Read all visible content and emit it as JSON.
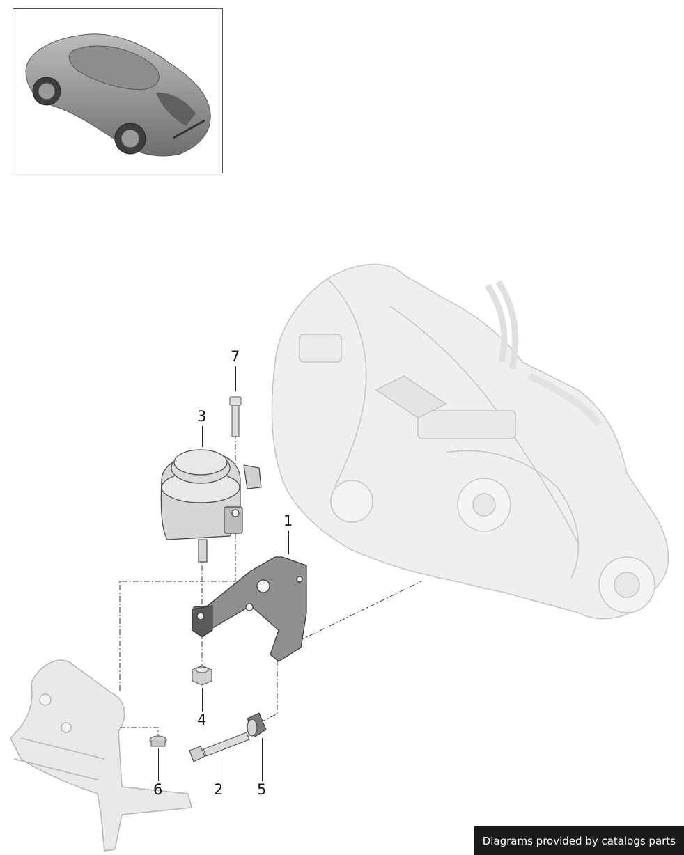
{
  "callouts": [
    {
      "id": "1",
      "label": "1"
    },
    {
      "id": "2",
      "label": "2"
    },
    {
      "id": "3",
      "label": "3"
    },
    {
      "id": "4",
      "label": "4"
    },
    {
      "id": "5",
      "label": "5"
    },
    {
      "id": "6",
      "label": "6"
    },
    {
      "id": "7",
      "label": "7"
    }
  ],
  "footer": {
    "credit": "Diagrams provided by catalogs parts"
  },
  "colors": {
    "part_fill": "#e6e6e6",
    "part_stroke": "#9a9a9a",
    "dark_part": "#8a8a8a",
    "background": "#ffffff",
    "credit_bg": "#1a1a1a"
  }
}
